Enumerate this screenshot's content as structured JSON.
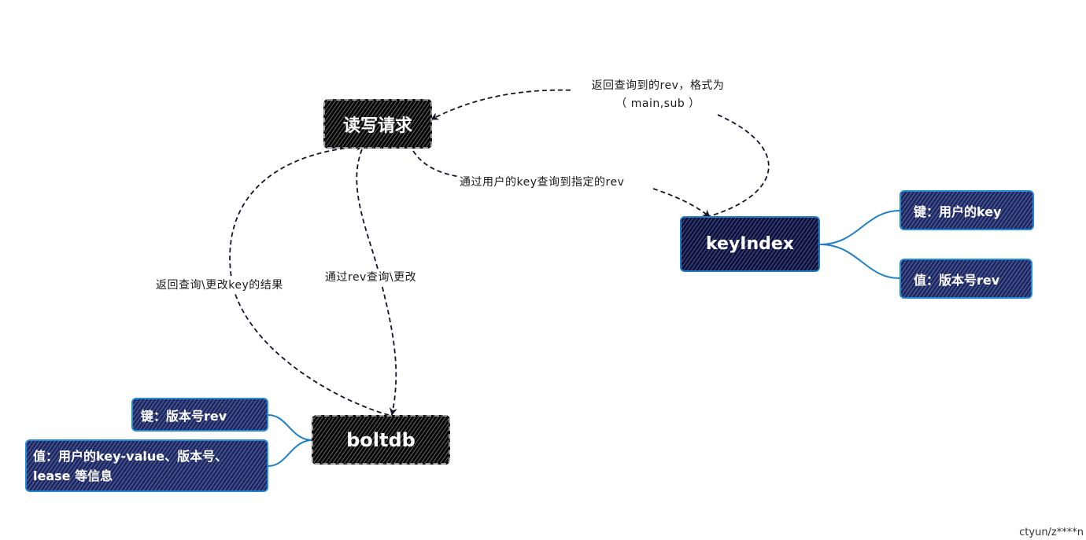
{
  "nodes": {
    "request": "读写请求",
    "keyindex": "keyIndex",
    "keyindex_key": "键：用户的key",
    "keyindex_value": "值：版本号rev",
    "boltdb": "boltdb",
    "boltdb_key": "键：版本号rev",
    "boltdb_value_line1": "值：用户的key-value、版本号、",
    "boltdb_value_line2": "lease 等信息"
  },
  "edges": {
    "return_rev_line1": "返回查询到的rev，格式为",
    "return_rev_line2": "（ main,sub ）",
    "query_rev_by_key": "通过用户的key查询到指定的rev",
    "return_result": "返回查询\\更改key的结果",
    "query_by_rev": "通过rev查询\\更改"
  },
  "watermark": "ctyun/z****n",
  "colors": {
    "root_fill": "#050505",
    "keyindex_fill": "#0b1140",
    "leaf_fill": "#1c2766",
    "leaf_border": "#1f8ad8",
    "branch_line": "#1f7fc8",
    "dashed_line": "#1a1a2e"
  }
}
